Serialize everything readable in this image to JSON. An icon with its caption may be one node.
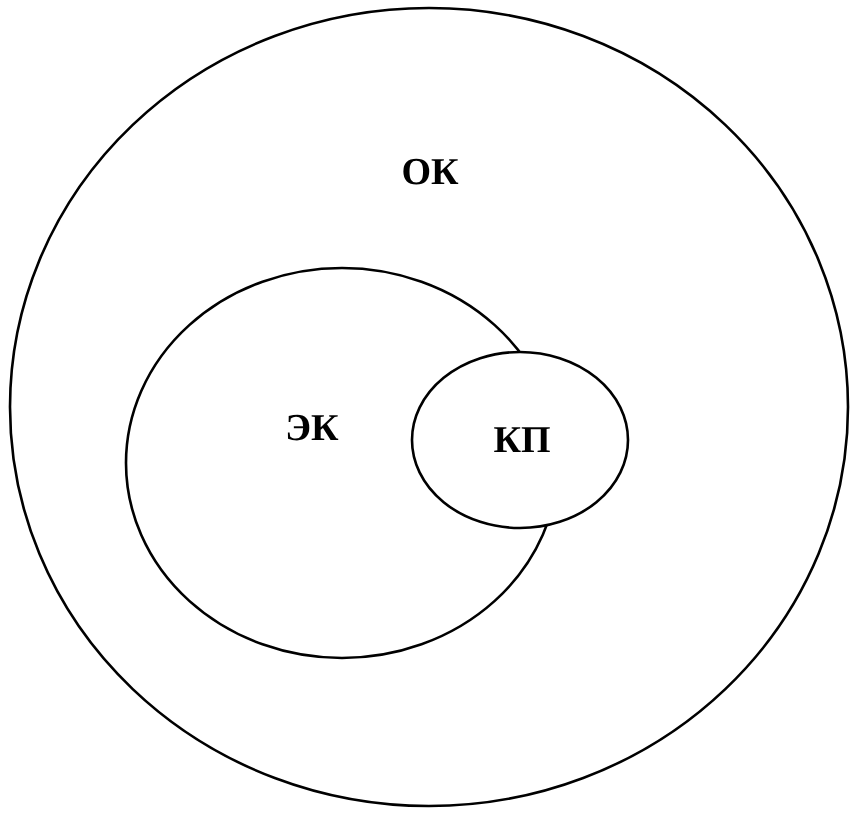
{
  "diagram": {
    "nodes": [
      {
        "text": [
          "ОК"
        ]
      },
      {
        "text": [
          "ЭК"
        ],
        "in": 0
      },
      {
        "text": [
          "КП"
        ],
        "in": 0
      }
    ]
  }
}
